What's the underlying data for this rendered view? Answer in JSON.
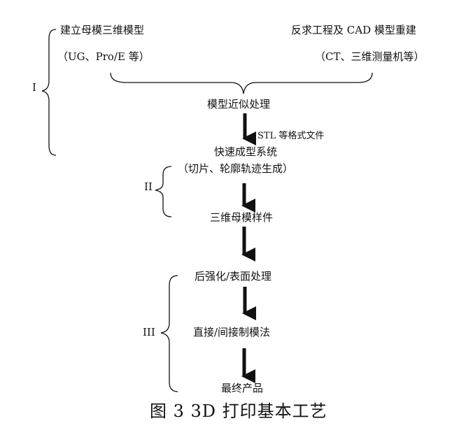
{
  "colors": {
    "line": "#111111",
    "background": "#ffffff"
  },
  "diagram": {
    "left_source": {
      "title": "建立母模三维模型",
      "detail": "（UG、Pro/E 等）"
    },
    "right_source": {
      "title": "反求工程及 CAD 模型重建",
      "detail": "（CT、三维测量机等）"
    },
    "stage_labels": {
      "one": "I",
      "two": "II",
      "three": "III"
    },
    "steps": {
      "model_approx": "模型近似处理",
      "stl_note": "STL 等格式文件",
      "rapid_system": "快速成型系统",
      "rapid_detail": "（切片、轮廓轨迹生成）",
      "master_sample": "三维母模样件",
      "post_process": "后强化/表面处理",
      "mold_method": "直接/间接制模法",
      "final_product": "最终产品"
    }
  },
  "caption": "图 3 3D 打印基本工艺"
}
